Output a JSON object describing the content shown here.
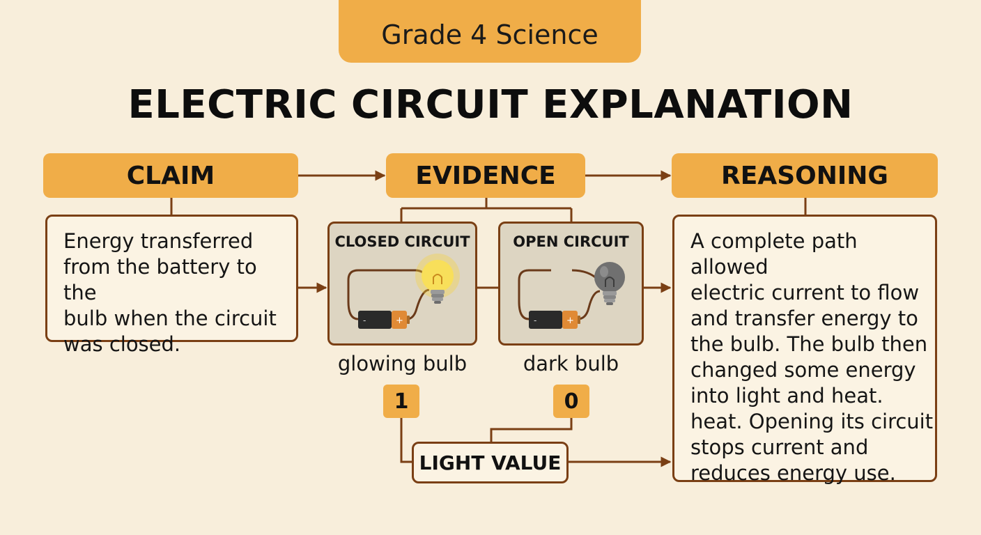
{
  "header": {
    "grade": "Grade 4 Science",
    "title": "ELECTRIC CIRCUIT EXPLANATION"
  },
  "columns": {
    "claim": {
      "label": "CLAIM",
      "text": [
        "Energy transferred",
        "from the battery to the",
        "bulb when the circuit",
        "was closed."
      ]
    },
    "evidence": {
      "label": "EVIDENCE",
      "closed": {
        "title": "CLOSED CIRCUIT",
        "caption": "glowing bulb",
        "value": "1"
      },
      "open": {
        "title": "OPEN CIRCUIT",
        "caption": "dark bulb",
        "value": "0"
      },
      "light_label": "LIGHT VALUE"
    },
    "reasoning": {
      "label": "REASONING",
      "text": [
        "A complete path allowed",
        "electric current to flow",
        "and transfer energy to",
        "the bulb. The bulb then",
        "changed some energy",
        "into light and heat.",
        "heat. Opening its circuit",
        "stops current and",
        "reduces energy use."
      ]
    }
  },
  "battery": {
    "minus": "-",
    "plus": "+"
  },
  "colors": {
    "accent": "#f0ad48",
    "line": "#7a3f14",
    "background": "#f8eedb",
    "panel": "#ddd5c2",
    "bulb_glow": "#f7d33a",
    "bulb_dark": "#6b6b6b"
  }
}
